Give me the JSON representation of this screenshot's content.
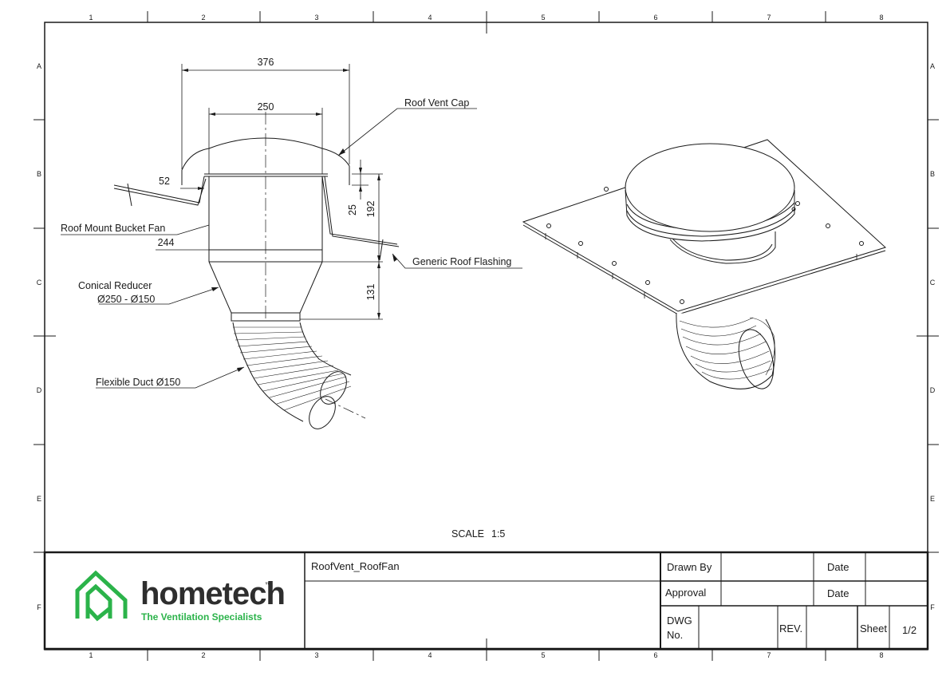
{
  "grid": {
    "columns": [
      "1",
      "2",
      "3",
      "4",
      "5",
      "6",
      "7",
      "8"
    ],
    "rows": [
      "A",
      "B",
      "C",
      "D",
      "E",
      "F"
    ]
  },
  "dimensions": {
    "d376": "376",
    "d250": "250",
    "d52": "52",
    "d25": "25",
    "d192": "192",
    "d244": "244",
    "d131": "131"
  },
  "callouts": {
    "roof_vent_cap": "Roof Vent Cap",
    "bucket_fan": "Roof Mount Bucket Fan",
    "roof_flashing": "Generic Roof Flashing",
    "reducer_line1": "Conical Reducer",
    "reducer_line2": "Ø250 - Ø150",
    "flex_duct": "Flexible Duct Ø150"
  },
  "scale": {
    "label": "SCALE",
    "value": "1:5"
  },
  "title_block": {
    "logo_name": "hometech",
    "logo_tm": "™",
    "logo_tagline": "The Ventilation Specialists",
    "drawing_title": "RoofVent_RoofFan",
    "drawn_by_label": "Drawn By",
    "date_label_1": "Date",
    "approval_label": "Approval",
    "date_label_2": "Date",
    "dwg_label_1": "DWG",
    "dwg_label_2": "No.",
    "rev_label": "REV.",
    "sheet_label": "Sheet",
    "sheet_value": "1/2"
  },
  "colors": {
    "brand_green": "#2bb34a",
    "line": "#1a1a1a"
  }
}
